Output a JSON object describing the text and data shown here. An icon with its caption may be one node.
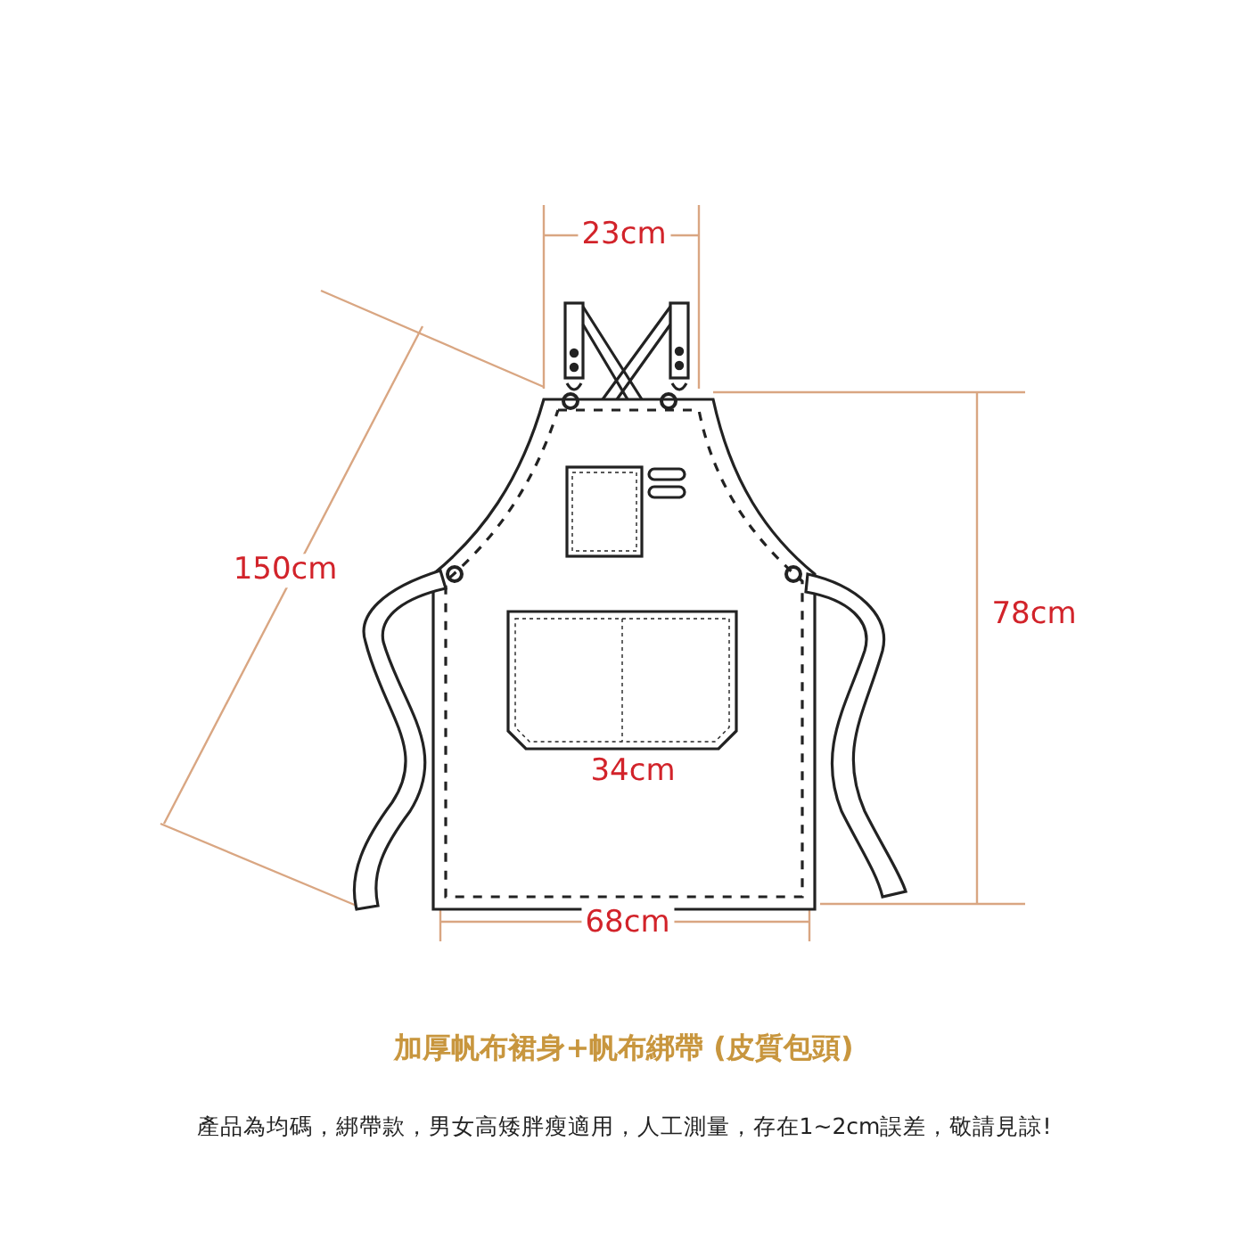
{
  "diagram": {
    "title": "加厚帆布裙身+帆布綁帶 (皮質包頭)",
    "caption": "產品為均碼，綁帶款，男女高矮胖瘦適用，人工測量，存在1~2cm誤差，敬請見諒!",
    "labels": [
      "23cm",
      "150cm",
      "78cm",
      "34cm",
      "68cm"
    ]
  }
}
